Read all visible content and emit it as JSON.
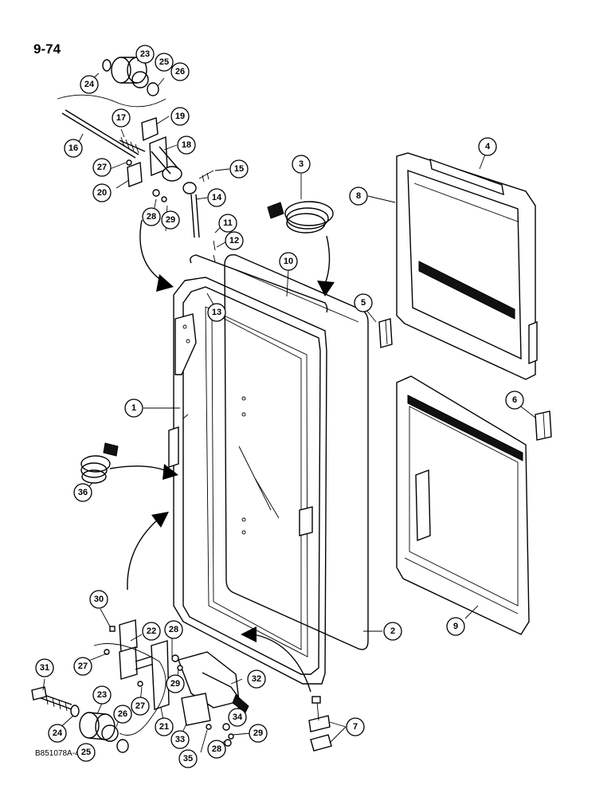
{
  "page_number": "9-74",
  "figure_code": "B851078A-45",
  "callouts": {
    "c1": "1",
    "c2": "2",
    "c3": "3",
    "c4": "4",
    "c5": "5",
    "c6": "6",
    "c7": "7",
    "c8": "8",
    "c9": "9",
    "c10": "10",
    "c11": "11",
    "c12": "12",
    "c13": "13",
    "c14": "14",
    "c15": "15",
    "c16": "16",
    "c17": "17",
    "c18": "18",
    "c19": "19",
    "c20": "20",
    "c21": "21",
    "c22": "22",
    "c23a": "23",
    "c23b": "23",
    "c24a": "24",
    "c24b": "24",
    "c25a": "25",
    "c25b": "25",
    "c26a": "26",
    "c26b": "26",
    "c27a": "27",
    "c27b": "27",
    "c27c": "27",
    "c28a": "28",
    "c28b": "28",
    "c28c": "28",
    "c29a": "29",
    "c29b": "29",
    "c29c": "29",
    "c30": "30",
    "c31": "31",
    "c32": "32",
    "c33": "33",
    "c34": "34",
    "c35": "35",
    "c36": "36"
  }
}
